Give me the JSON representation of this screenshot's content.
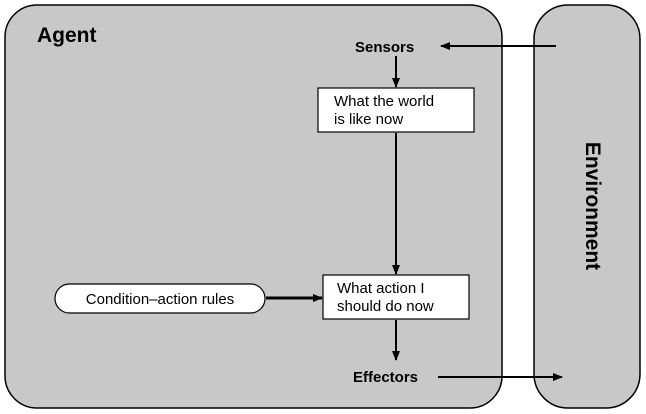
{
  "agent": {
    "title": "Agent"
  },
  "environment": {
    "title": "Environment"
  },
  "nodes": {
    "sensors": "Sensors",
    "world_state": [
      "What the world",
      "is like now"
    ],
    "action_choice": [
      "What action I",
      "should do now"
    ],
    "rules": "Condition–action rules",
    "effectors": "Effectors"
  },
  "colors": {
    "panel_fill": "#c8c8c8",
    "box_fill": "#ffffff",
    "stroke": "#000000"
  }
}
